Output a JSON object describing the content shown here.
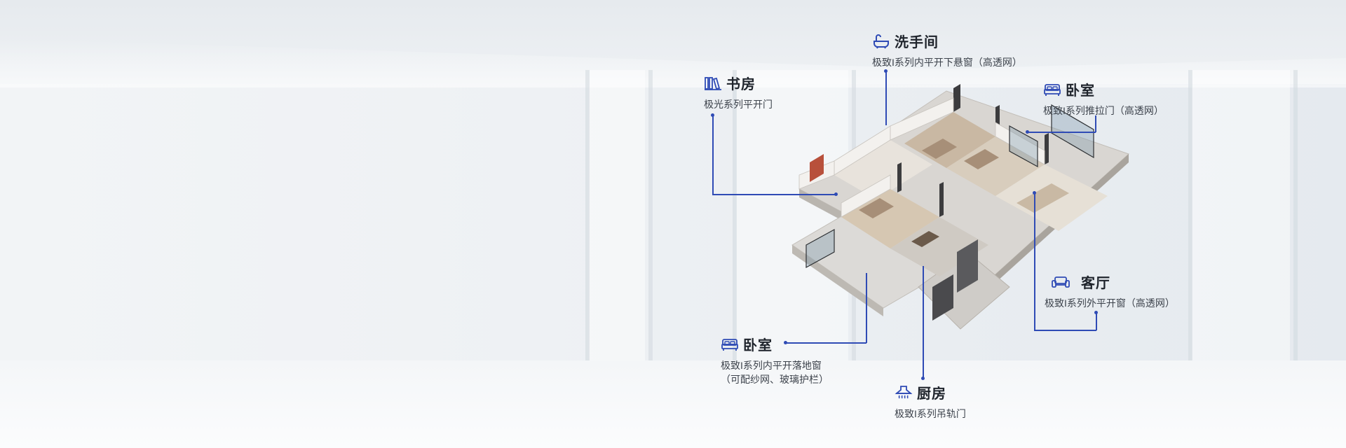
{
  "colors": {
    "accent": "#2f4bb5",
    "text": "#1f242c"
  },
  "hotspots": {
    "bathroom": {
      "icon": "bathtub-icon",
      "title": "洗手间",
      "subtitle": "极致I系列内平开下悬窗（高透网）"
    },
    "study": {
      "icon": "bookshelf-icon",
      "title": "书房",
      "subtitle": "极光系列平开门"
    },
    "bedroom_top": {
      "icon": "bed-icon",
      "title": "卧室",
      "subtitle": "极致I系列推拉门（高透网）"
    },
    "living": {
      "icon": "sofa-icon",
      "title": "客厅",
      "subtitle": "极致I系列外平开窗（高透网）"
    },
    "bedroom_bottom": {
      "icon": "bed-icon",
      "title": "卧室",
      "subtitle_line1": "极致I系列内平开落地窗",
      "subtitle_line2": "（可配纱网、玻璃护栏）"
    },
    "kitchen": {
      "icon": "range-hood-icon",
      "title": "厨房",
      "subtitle": "极致I系列吊轨门"
    }
  }
}
